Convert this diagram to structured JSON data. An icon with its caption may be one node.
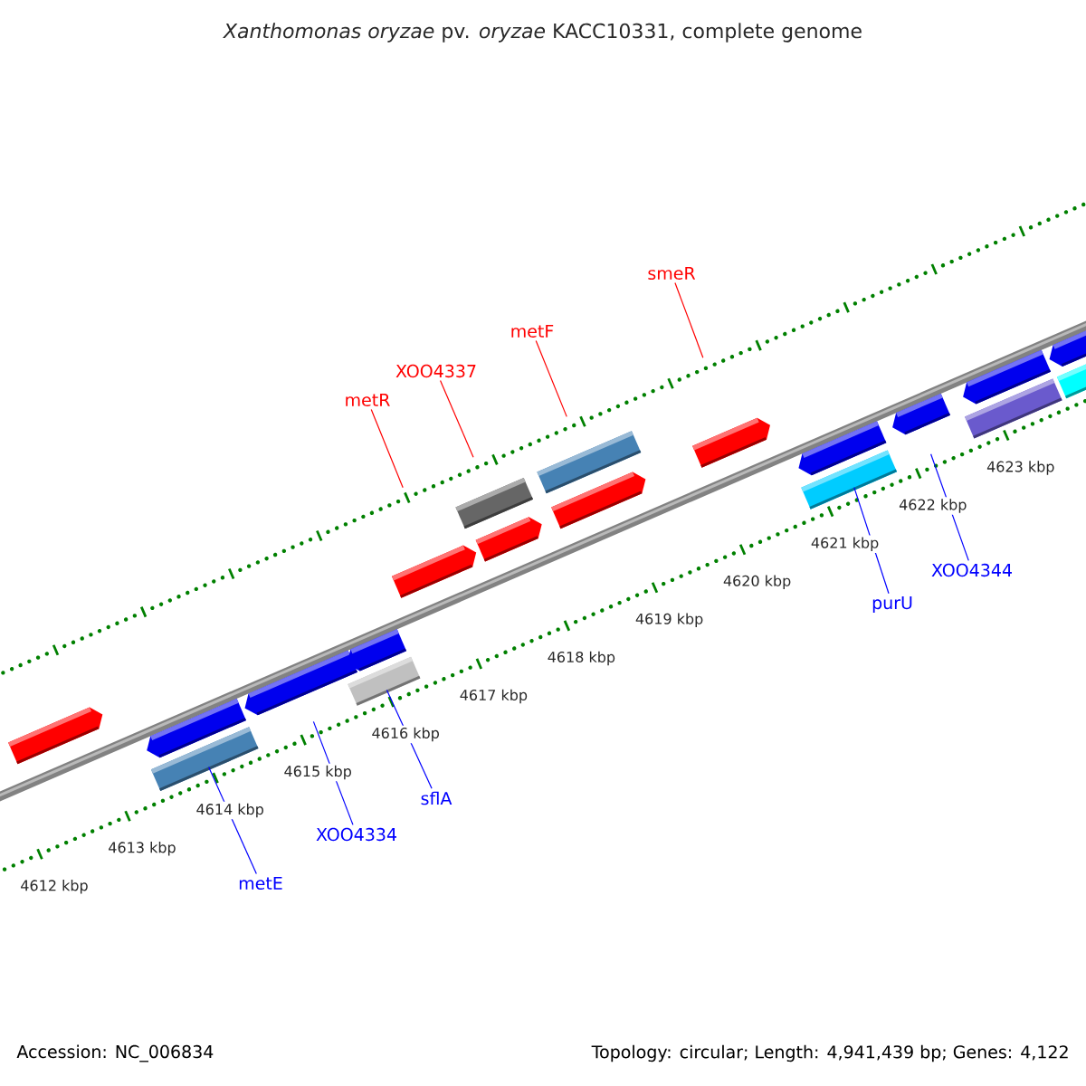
{
  "diagram": {
    "title": "*Xanthomonas oryzae* pv. *oryzae* KACC10331, complete genome",
    "nodes": [
      {
        "text": [
          "metR"
        ]
      },
      {
        "text": [
          "XOO4337"
        ]
      },
      {
        "text": [
          "metF"
        ]
      },
      {
        "text": [
          "smeR"
        ]
      },
      {
        "text": [
          "metE"
        ]
      },
      {
        "text": [
          "XOO4334"
        ]
      },
      {
        "text": [
          "sflA"
        ]
      },
      {
        "text": [
          "purU"
        ]
      },
      {
        "text": [
          "XOO4344"
        ]
      }
    ],
    "edges": [
      {
        "from": 0,
        "to": null,
        "arrow": "none",
        "color": "#ff0000"
      },
      {
        "from": 1,
        "to": null,
        "arrow": "none",
        "color": "#ff0000"
      },
      {
        "from": 2,
        "to": null,
        "arrow": "none",
        "color": "#ff0000"
      },
      {
        "from": 3,
        "to": null,
        "arrow": "none",
        "color": "#ff0000"
      },
      {
        "from": 4,
        "to": null,
        "arrow": "none"
      },
      {
        "from": 5,
        "to": null,
        "arrow": "none"
      },
      {
        "from": 6,
        "to": null,
        "arrow": "none"
      },
      {
        "from": 7,
        "to": null,
        "arrow": "none"
      },
      {
        "from": 8,
        "to": null,
        "arrow": "none"
      }
    ],
    "labels": [
      "4612 kbp",
      "4613 kbp",
      "4614 kbp",
      "4615 kbp",
      "4616 kbp",
      "4617 kbp",
      "4618 kbp",
      "4619 kbp",
      "4620 kbp",
      "4621 kbp",
      "4622 kbp",
      "4623 kbp",
      "Accession: NC_006834",
      "Topology: circular; Length: 4,941,439 bp; Genes: 4,122"
    ]
  }
}
